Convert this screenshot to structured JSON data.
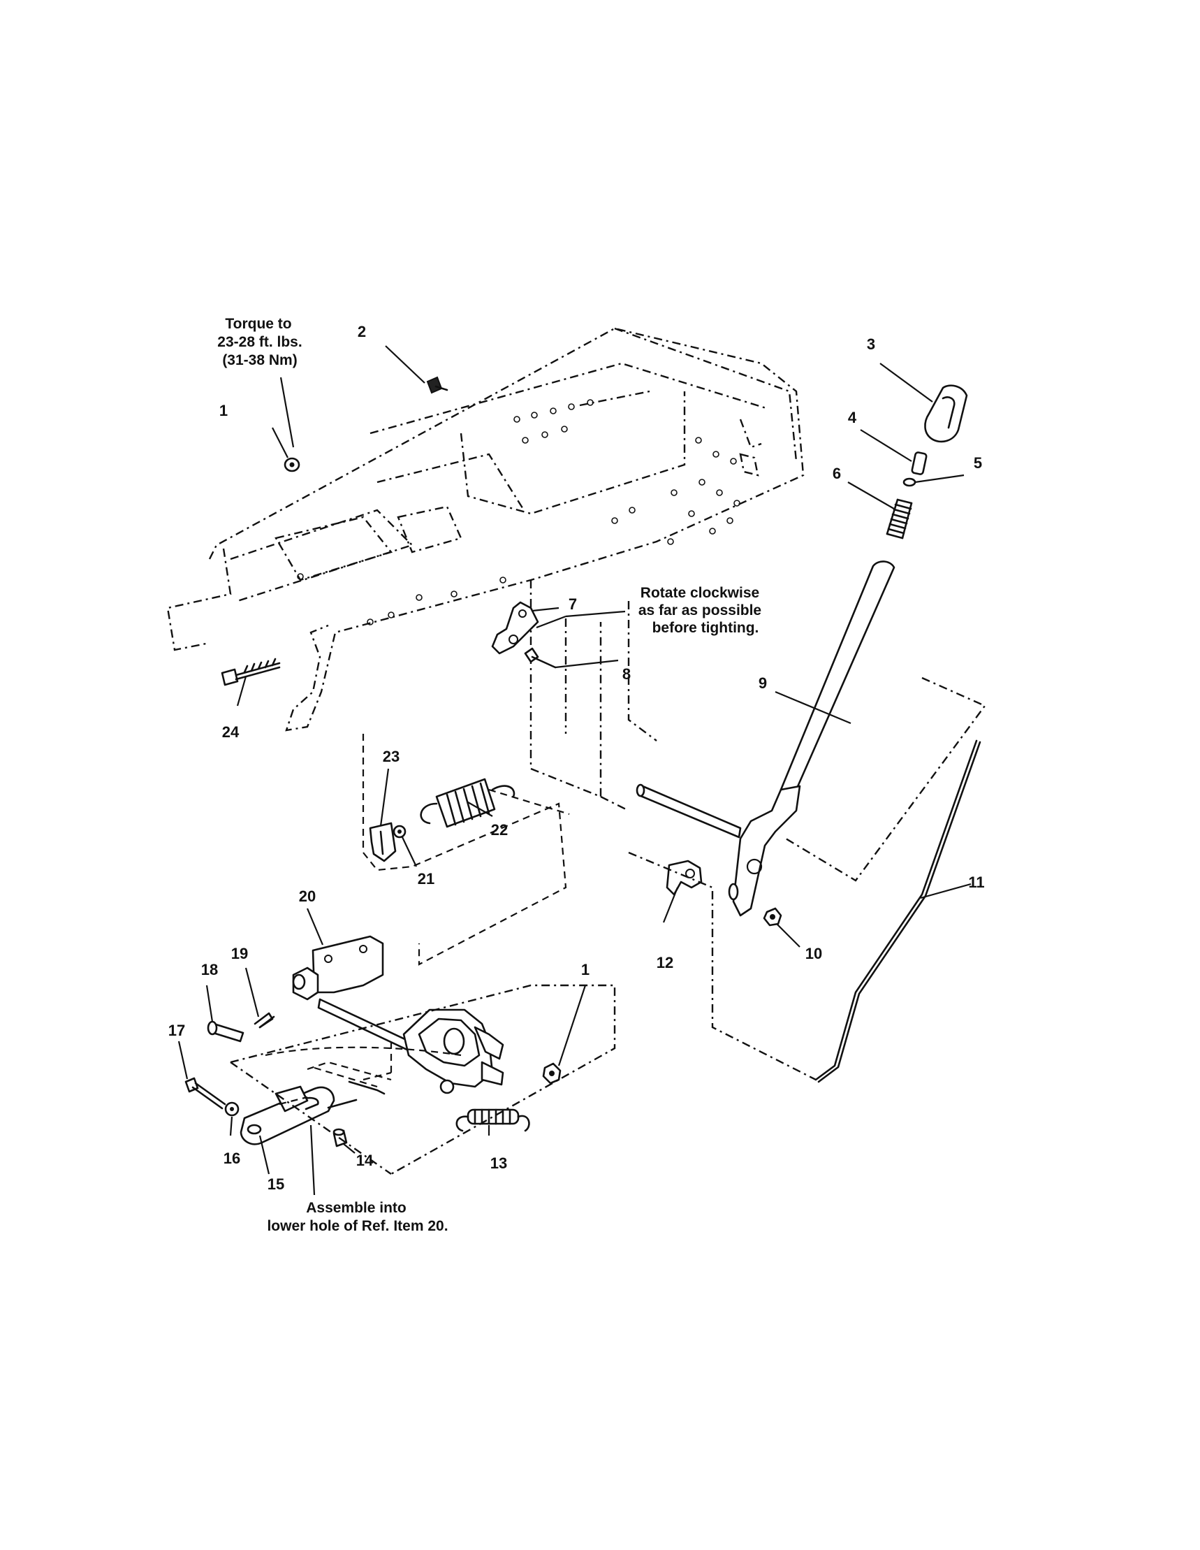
{
  "notes": {
    "torque": [
      "Torque to",
      "23-28 ft. lbs.",
      "(31-38 Nm)"
    ],
    "rotate": [
      "Rotate clockwise",
      "as far as possible",
      "before tighting."
    ],
    "assemble": [
      "Assemble into",
      "lower hole of Ref. Item 20."
    ]
  },
  "callouts": {
    "c1a": "1",
    "c1b": "1",
    "c2": "2",
    "c3": "3",
    "c4": "4",
    "c5": "5",
    "c6": "6",
    "c7": "7",
    "c8": "8",
    "c9": "9",
    "c10": "10",
    "c11": "11",
    "c12": "12",
    "c13": "13",
    "c14": "14",
    "c15": "15",
    "c16": "16",
    "c17": "17",
    "c18": "18",
    "c19": "19",
    "c20": "20",
    "c21": "21",
    "c22": "22",
    "c23": "23",
    "c24": "24"
  }
}
